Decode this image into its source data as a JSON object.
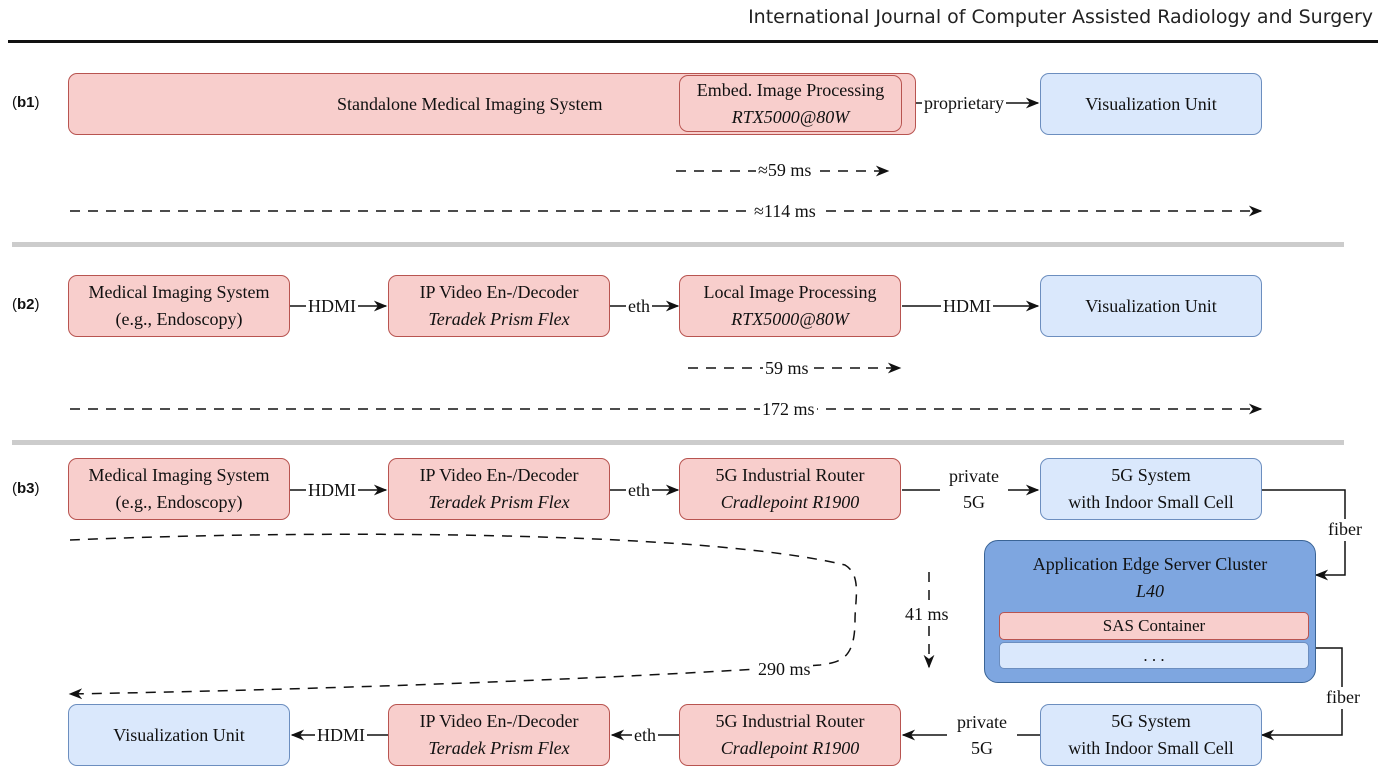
{
  "header": {
    "journal": "International Journal of Computer Assisted Radiology and Surgery"
  },
  "panel_b1": {
    "label_bold": "b1",
    "standalone": "Standalone Medical Imaging System",
    "embed_line1": "Embed. Image Processing",
    "embed_line2": "RTX5000@80W",
    "edge_proprietary": "proprietary",
    "viz": "Visualization Unit",
    "latency_short": "≈59 ms",
    "latency_total": "≈114 ms"
  },
  "panel_b2": {
    "label_bold": "b2",
    "mis_line1": "Medical Imaging System",
    "mis_line2": "(e.g., Endoscopy)",
    "edge_hdmi_1": "HDMI",
    "ipv_line1": "IP Video En-/Decoder",
    "ipv_line2": "Teradek Prism Flex",
    "edge_eth": "eth",
    "lip_line1": "Local Image Processing",
    "lip_line2": "RTX5000@80W",
    "edge_hdmi_2": "HDMI",
    "viz": "Visualization Unit",
    "latency_short": "59 ms",
    "latency_total": "172 ms"
  },
  "panel_b3": {
    "label_bold": "b3",
    "mis_line1": "Medical Imaging System",
    "mis_line2": "(e.g., Endoscopy)",
    "edge_hdmi_1": "HDMI",
    "ipv_line1": "IP Video En-/Decoder",
    "ipv_line2": "Teradek Prism Flex",
    "edge_eth_1": "eth",
    "router_line1": "5G Industrial Router",
    "router_line2": "Cradlepoint R1900",
    "edge_private_line1": "private",
    "edge_private_line2": "5G",
    "sys5g_line1": "5G System",
    "sys5g_line2": "with Indoor Small Cell",
    "fiber_top": "fiber",
    "edge_server_line1": "Application Edge Server Cluster",
    "edge_server_line2": "L40",
    "sas": "SAS Container",
    "dots": ". . .",
    "fiber_bottom": "fiber",
    "latency_server": "41 ms",
    "latency_total": "290 ms",
    "sys5g_b_line1": "5G System",
    "sys5g_b_line2": "with Indoor Small Cell",
    "edge_private_b_line1": "private",
    "edge_private_b_line2": "5G",
    "router_b_line1": "5G Industrial Router",
    "router_b_line2": "Cradlepoint R1900",
    "edge_eth_2": "eth",
    "ipv_b_line1": "IP Video En-/Decoder",
    "ipv_b_line2": "Teradek Prism Flex",
    "edge_hdmi_2": "HDMI",
    "viz": "Visualization Unit"
  },
  "colors": {
    "red_fill": "#f8cecc",
    "red_stroke": "#b85450",
    "blue_fill": "#dae8fc",
    "blue_stroke": "#6c8ebf",
    "server_fill": "#7ea6e0"
  }
}
